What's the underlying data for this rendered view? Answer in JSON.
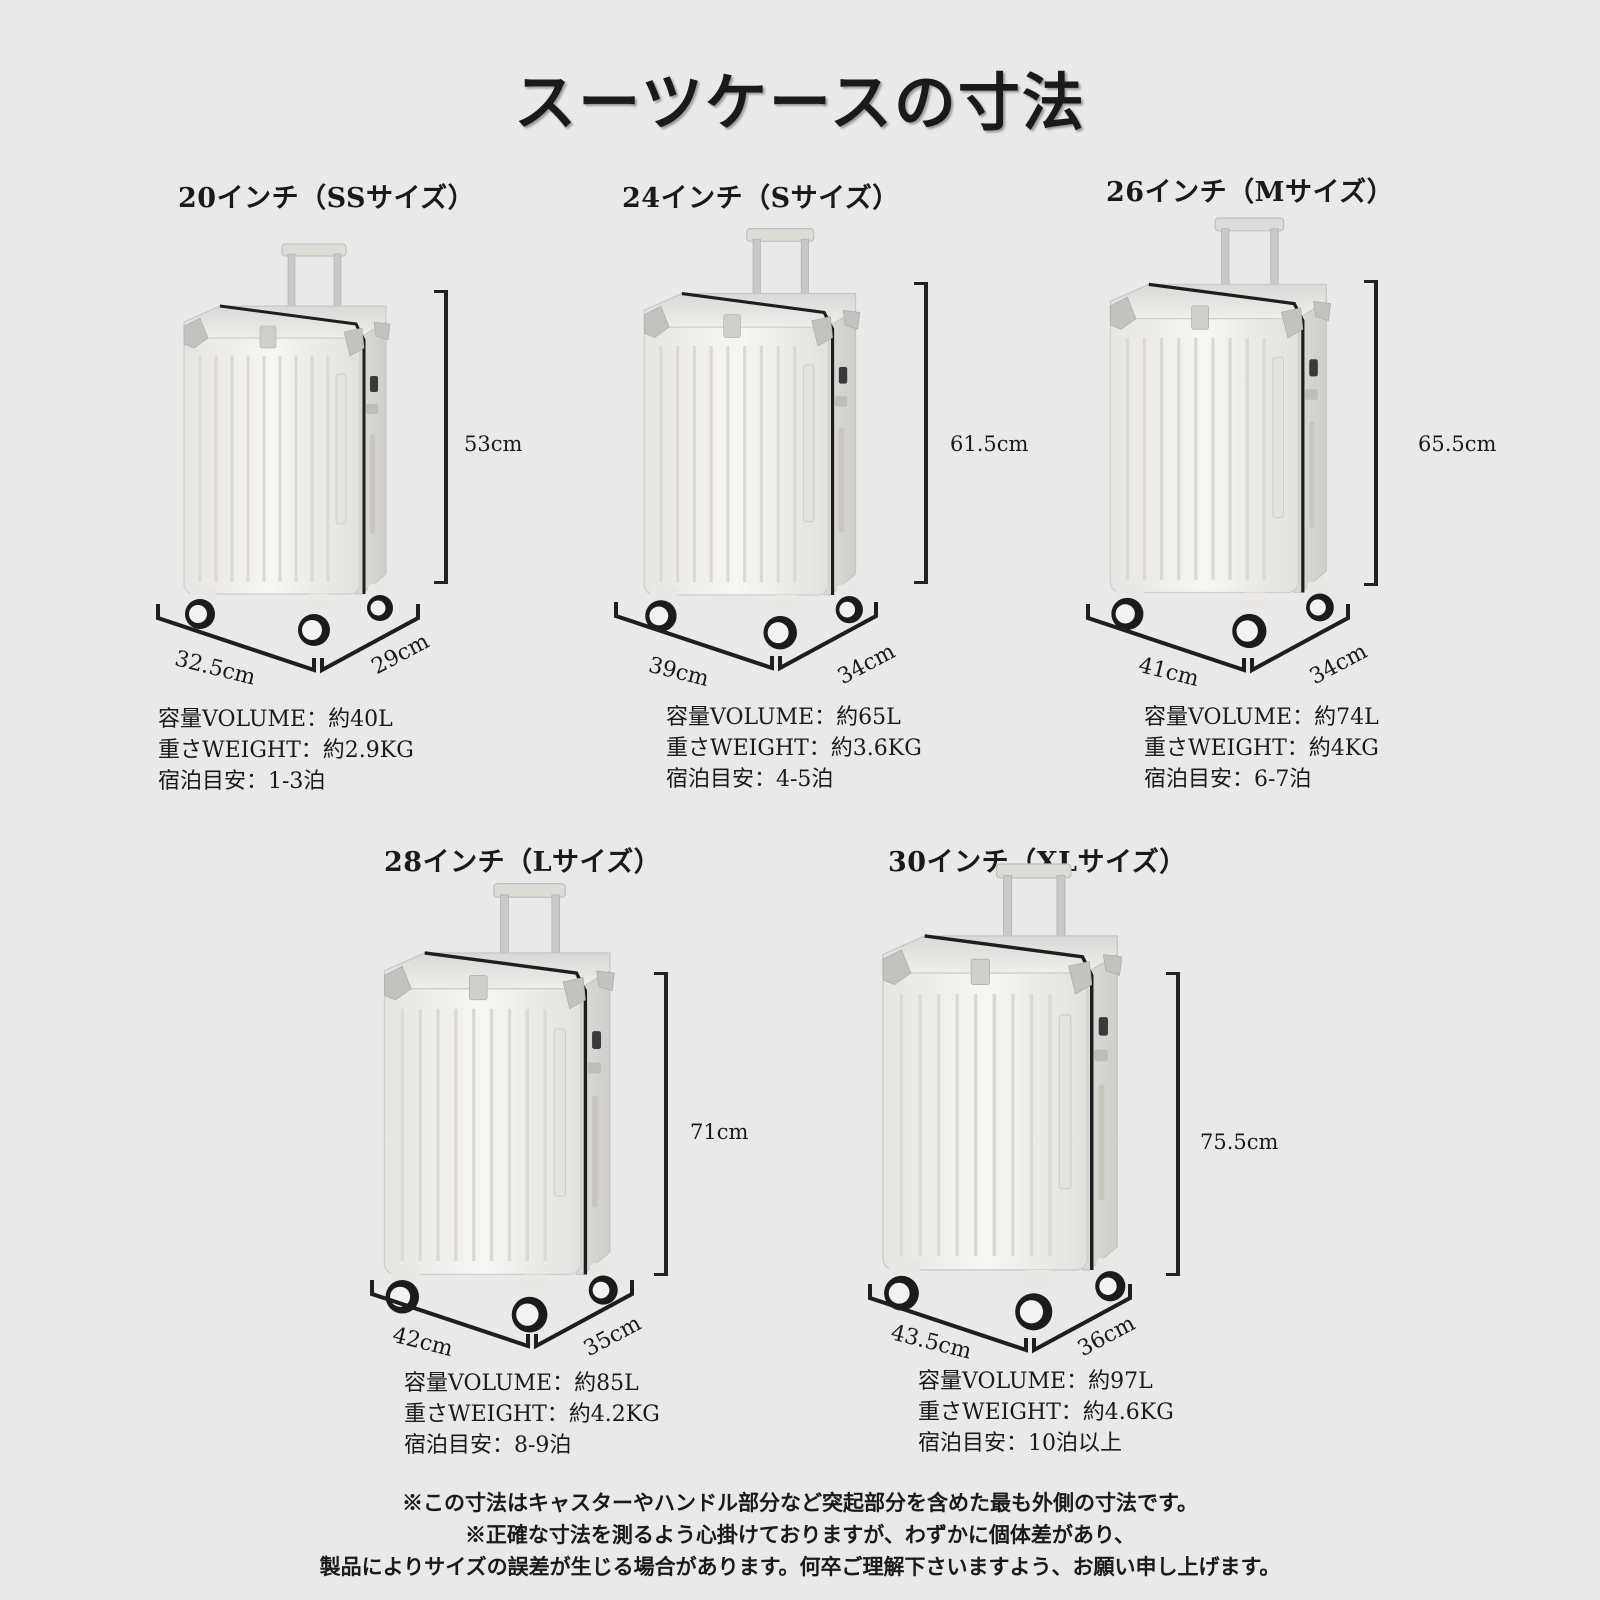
{
  "title": "スーツケースの寸法",
  "labels": {
    "volume_prefix": "容量VOLUME：",
    "weight_prefix": "重さWEIGHT：",
    "nights_prefix": "宿泊目安："
  },
  "colors": {
    "background": "#e9e9e9",
    "text": "#1a1a1a",
    "bracket": "#222222",
    "suitcase_body": "#f4f3ef",
    "suitcase_frame": "#d8d8d6",
    "wheel": "#1b1b1b"
  },
  "products": [
    {
      "heading": "20インチ（SSサイズ）",
      "height": "53cm",
      "width": "32.5cm",
      "depth": "29cm",
      "volume": "約40L",
      "weight": "約2.9KG",
      "nights": "1-3泊",
      "volume_line": "容量VOLUME：約40L",
      "weight_line": "重さWEIGHT：約2.9KG",
      "nights_line": "宿泊目安：1-3泊"
    },
    {
      "heading": "24インチ（Sサイズ）",
      "height": "61.5cm",
      "width": "39cm",
      "depth": "34cm",
      "volume": "約65L",
      "weight": "約3.6KG",
      "nights": "4-5泊",
      "volume_line": "容量VOLUME：約65L",
      "weight_line": "重さWEIGHT：約3.6KG",
      "nights_line": "宿泊目安：4-5泊"
    },
    {
      "heading": "26インチ（Mサイズ）",
      "height": "65.5cm",
      "width": "41cm",
      "depth": "34cm",
      "volume": "約74L",
      "weight": "約4KG",
      "nights": "6-7泊",
      "volume_line": "容量VOLUME：約74L",
      "weight_line": "重さWEIGHT：約4KG",
      "nights_line": "宿泊目安：6-7泊"
    },
    {
      "heading": "28インチ（Lサイズ）",
      "height": "71cm",
      "width": "42cm",
      "depth": "35cm",
      "volume": "約85L",
      "weight": "約4.2KG",
      "nights": "8-9泊",
      "volume_line": "容量VOLUME：約85L",
      "weight_line": "重さWEIGHT：約4.2KG",
      "nights_line": "宿泊目安：8-9泊"
    },
    {
      "heading": "30インチ（XLサイズ）",
      "height": "75.5cm",
      "width": "43.5cm",
      "depth": "36cm",
      "volume": "約97L",
      "weight": "約4.6KG",
      "nights": "10泊以上",
      "volume_line": "容量VOLUME：約97L",
      "weight_line": "重さWEIGHT：約4.6KG",
      "nights_line": "宿泊目安：10泊以上"
    }
  ],
  "notes": [
    "※この寸法はキャスターやハンドル部分など突起部分を含めた最も外側の寸法です。",
    "※正確な寸法を測るよう心掛けておりますが、わずかに個体差があり、",
    "製品によりサイズの誤差が生じる場合があります。何卒ご理解下さいますよう、お願い申し上げます。"
  ]
}
